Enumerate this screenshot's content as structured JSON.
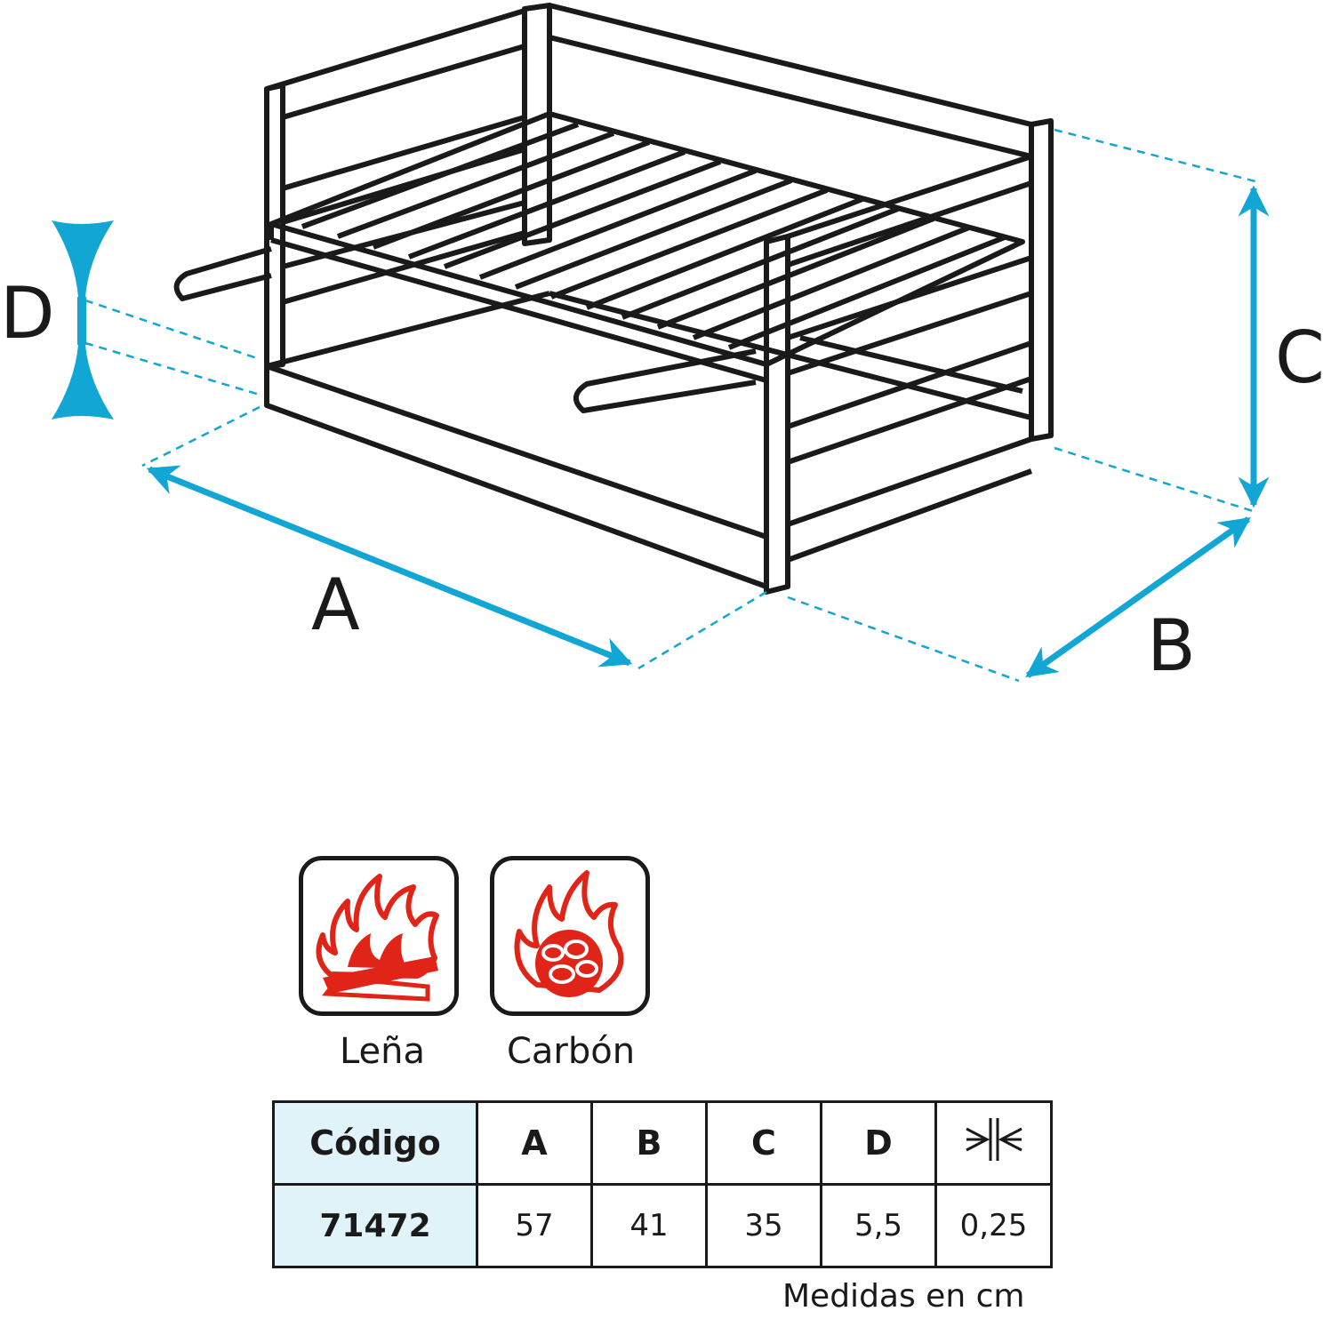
{
  "dimensions": {
    "label_a": "A",
    "label_b": "B",
    "label_c": "C",
    "label_d": "D"
  },
  "fuel_icons": [
    {
      "icon": "firewood-flame-icon",
      "label": "Leña"
    },
    {
      "icon": "charcoal-flame-icon",
      "label": "Carbón"
    }
  ],
  "table": {
    "headers": [
      "Código",
      "A",
      "B",
      "C",
      "D"
    ],
    "thickness_icon": "thickness-icon",
    "row": [
      "71472",
      "57",
      "41",
      "35",
      "5,5",
      "0,25"
    ]
  },
  "footnote": "Medidas en cm",
  "colors": {
    "accent": "#12a6d4",
    "flame": "#e02418",
    "ink": "#1a1a1a",
    "table_shade": "#e0f3f9"
  }
}
